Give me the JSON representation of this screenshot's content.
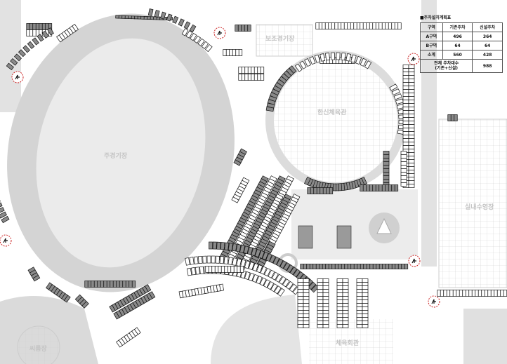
{
  "map": {
    "labels": {
      "main_stadium": "주경기장",
      "aux_stadium": "보조경기장",
      "gymnasium": "한신체육관",
      "swimming_pool": "실내수영장",
      "ssireum": "씨름장",
      "sports_hall": "체육회관"
    }
  },
  "legend": {
    "title": "■주차설치계획표",
    "headers": [
      "구역",
      "기존주차",
      "신설주차"
    ],
    "rows": [
      {
        "zone": "A구역",
        "existing": "496",
        "new": "364"
      },
      {
        "zone": "B구역",
        "existing": "64",
        "new": "64"
      },
      {
        "zone": "소계",
        "existing": "560",
        "new": "428"
      }
    ],
    "total_label_1": "전체 주차대수",
    "total_label_2": "(기존+신설)",
    "total_value": "988"
  },
  "colors": {
    "building": "#d6d6d6",
    "field": "#e9e9e9",
    "stall_fill": "#8a8a8a",
    "stall_line": "#111111",
    "marker": "#cc2222"
  }
}
